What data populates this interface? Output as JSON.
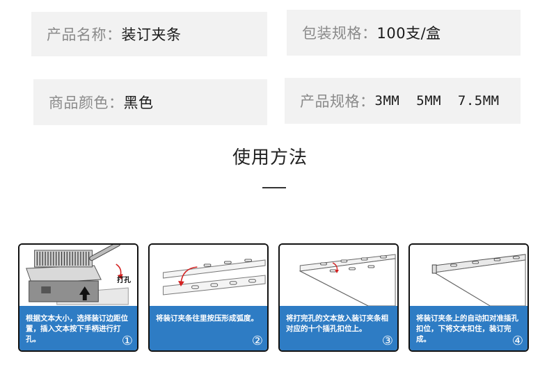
{
  "specs": [
    {
      "label": "产品名称：",
      "value": "装订夹条"
    },
    {
      "label": "包装规格：",
      "value": "100支/盒"
    },
    {
      "label": "商品颜色：",
      "value": "黑色"
    },
    {
      "label": "产品规格：",
      "value": "3MM  5MM  7.5MM"
    }
  ],
  "section": {
    "title": "使用方法"
  },
  "steps": [
    {
      "number": "①",
      "text": "根据文本大小，选择装订边距位置，插入文本按下手柄进行打孔。",
      "callout": "打孔"
    },
    {
      "number": "②",
      "text": "将装订夹条往里按压形成弧度。"
    },
    {
      "number": "③",
      "text": "将打完孔的文本放入装订夹条相对应的十个插孔扣位上。"
    },
    {
      "number": "④",
      "text": "将装订夹条上的自动扣对准插孔扣位，下将文本扣住，装订完成。"
    }
  ],
  "colors": {
    "band": "#2e7cc4",
    "spec_bg": "#f2f2f2",
    "label": "#8a8a8a"
  }
}
